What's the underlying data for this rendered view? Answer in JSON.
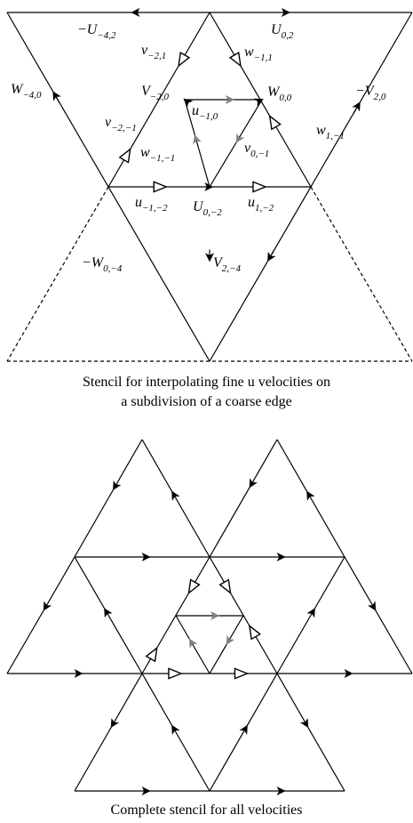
{
  "colors": {
    "ink": "#000000",
    "gray_arrow": "#808080",
    "background": "#ffffff"
  },
  "top_diagram": {
    "caption_line1": "Stencil for interpolating fine u velocities on",
    "caption_line2": "a subdivision of a coarse edge",
    "labels": {
      "U_m4_2": {
        "main": "−U",
        "sub": "−4,2"
      },
      "U_0_2": {
        "main": "U",
        "sub": "0,2"
      },
      "v_m2_1": {
        "main": "v",
        "sub": "−2,1"
      },
      "w_m1_1": {
        "main": "w",
        "sub": "−1,1"
      },
      "V_m2_0": {
        "main": "V",
        "sub": "−2,0"
      },
      "W_0_0": {
        "main": "W",
        "sub": "0,0"
      },
      "W_m4_0": {
        "main": "W",
        "sub": "−4,0"
      },
      "V_2_0": {
        "main": "−V",
        "sub": "2,0"
      },
      "u_m1_0": {
        "main": "u",
        "sub": "−1,0"
      },
      "v_m2_m1": {
        "main": "v",
        "sub": "−2,−1"
      },
      "w_1_m1": {
        "main": "w",
        "sub": "1,−1"
      },
      "w_m1_m1": {
        "main": "w",
        "sub": "−1,−1"
      },
      "v_0_m1": {
        "main": "v",
        "sub": "0,−1"
      },
      "u_m1_m2": {
        "main": "u",
        "sub": "−1,−2"
      },
      "u_1_m2": {
        "main": "u",
        "sub": "1,−2"
      },
      "U_0_m2": {
        "main": "U",
        "sub": "0,−2"
      },
      "W_0_m4": {
        "main": "−W",
        "sub": "0,−4"
      },
      "V_2_m4": {
        "main": "V",
        "sub": "2,−4"
      }
    }
  },
  "bottom_diagram": {
    "caption": "Complete stencil for all velocities"
  }
}
